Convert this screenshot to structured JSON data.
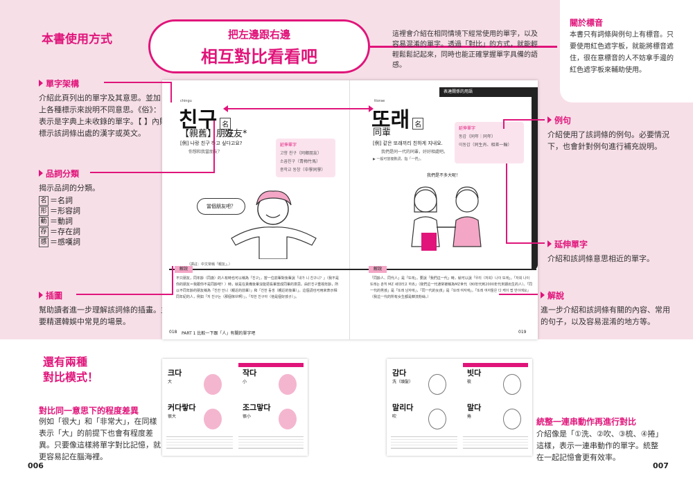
{
  "page_title": "本書使用方式",
  "bubble": {
    "line1": "把左邊跟右邊",
    "line2": "相互對比看看吧"
  },
  "intro": "這裡會介紹在相同情境下經常使用的單字，以及容易混淆的單字。透過「對比」的方式，就能輕輕鬆鬆記起來，同時也能正確掌握單字具備的語感。",
  "corner": {
    "title": "關於標音",
    "text": "本書只有詞條與例句上有標音。只要使用紅色遮字板，就能將標音遮住，很在意標音的人不妨拿手邊的紅色遮字板來輔助使用。"
  },
  "left_notes": {
    "structure": {
      "title": "單字架構",
      "text": "介紹此頁列出的單字及其意思。並加上各種標示來說明不同意思。《俗》：表示是字典上未收錄的單字。【 】內則標示該詞條出處的漢字或英文。"
    },
    "pos": {
      "title": "品詞分類",
      "text": "揭示品詞的分類。",
      "items": [
        {
          "k": "名",
          "v": "＝名詞"
        },
        {
          "k": "形",
          "v": "＝形容詞"
        },
        {
          "k": "動",
          "v": "＝動詞"
        },
        {
          "k": "存",
          "v": "＝存在詞"
        },
        {
          "k": "感",
          "v": "＝感嘆詞"
        }
      ]
    },
    "illust": {
      "title": "插圖",
      "text": "幫助讀者進一步理解該詞條的插畫。主要精選韓娛中常見的場景。"
    }
  },
  "right_notes": {
    "example": {
      "title": "例句",
      "text": "介紹使用了該詞條的例句。必要情況下，也會針對例句進行補充說明。"
    },
    "extend": {
      "title": "延伸單字",
      "text": "介紹和該詞條意思相近的單字。"
    },
    "explain": {
      "title": "解說",
      "text": "進一步介紹和該詞條有關的內容、常用的句子，以及容易混淆的地方等。"
    }
  },
  "book": {
    "header_tag": "表達關係的用語",
    "left": {
      "romanization": "chingu",
      "word": "친구",
      "pos": "名",
      "hanja": "【親舊】朋友",
      "meaning2": "好友*",
      "example_kr": "[例] 나랑 친구 하고 싶다고요?",
      "example_zh": "你想和我當朋友？",
      "speech": "當個朋友吧？",
      "ext_title": "延伸單字",
      "ext_items": [
        "고향 친구（同鄉朋友）",
        "소꿉친구（青梅竹馬）",
        "중학교 동창（中學同學）"
      ],
      "note": "（譯註：中文常稱「親友」。）",
      "explain_label": "解說",
      "explain_text": "不只朋友，同年齡（同歲）的人有時也可以稱為「친구」，當一位前輩對後輩說「내가 니 친구니？」（我不是你的朋友＝我跟你不是同齡吧？）時，就是在責備後輩沒能把長輩當成同輩的意思。由於친구重視年齡，所以不同年齡的朋友稱為「친한 언니（親近的前輩）」和「친한 동생（親近的後輩）」。這個詞也可用來表示相同年紀的人，例如「저 친구는（那個傢伙啊）」，「착한 친구야（他是個好孩子）」。",
      "page": "018",
      "footer": "PART 1  比較一下跟「人」有關的單字吧"
    },
    "right": {
      "romanization": "ttorae",
      "word": "또래",
      "pos": "名",
      "meaning": "同輩",
      "example_kr": "[例] 같은 또래끼리 친하게 지내요.",
      "example_zh": "我們是同一代的同輩，好好相處吧。",
      "example_note": "▶ 一般可當複數詞，指「一們」。",
      "speech": "我們是不多大呢！",
      "ext_title": "延伸單字",
      "ext_items": [
        "동갑（同年｜同年）",
        "이동갑（同生肖、相差一輪）"
      ],
      "explain_label": "解說",
      "explain_text": "「同齡人、同代人」是「또래」。要說「我們這一代」時，就可以說「우리（저희）나이 또래」。「저희 나이 또래는 춘히 MZ 세대라고 하죠」（我們這一代通常被稱為MZ世代（80年代到2000年代末期出生的人）。「同一代的男孩」是「또래 남자애」，「同一代的女孩」是「또래 여자애」。「또래 여자들은 다 케이 팝 반이에요」（我這一代的所有女生都是韓流粉絲。）",
      "page": "019"
    }
  },
  "bottom": {
    "title_line1": "還有兩種",
    "title_line2": "對比模式！",
    "left_title": "對比同一意思下的程度差異",
    "left_text": "例如「很大」和「非常大」，在同樣表示「大」的前提下也會有程度差異。只要像這樣將單字對比記憶，就更容易記在腦海裡。",
    "right_title": "統整一連串動作再進行對比",
    "right_text": "介紹像是「①洗、②吹、③梳、④捲」這樣，表示一連串動作的單字。統整在一起記憶會更有效率。",
    "thumb1": {
      "words": [
        "크다",
        "작다",
        "커다랗다",
        "조그맣다"
      ],
      "means": [
        "大",
        "小",
        "很大",
        "很小"
      ]
    },
    "thumb2": {
      "words": [
        "감다",
        "빗다",
        "말리다",
        "말다"
      ],
      "means": [
        "洗（頭髮）",
        "梳",
        "吹",
        "捲"
      ]
    },
    "page_left": "006",
    "page_right": "007"
  },
  "colors": {
    "accent": "#e0147a",
    "bg": "#f7dfe8"
  }
}
